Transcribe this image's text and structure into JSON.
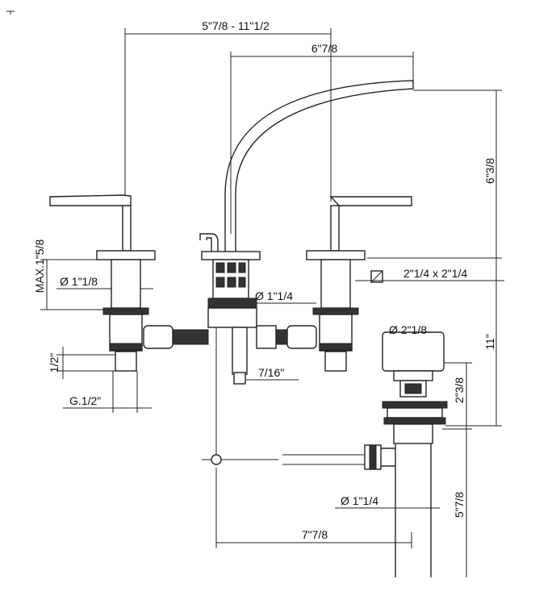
{
  "dimensions": {
    "spread": "5\"7/8 - 11\"1/2",
    "spout_reach": "6\"7/8",
    "spout_height": "6\"3/8",
    "max_deck": "MAX.1\"5/8",
    "handle_hole": "Ø 1\"1/8",
    "spout_hole": "Ø 1\"1/4",
    "base_size": "2\"1/4 x 2\"1/4",
    "shank": "1/2\"",
    "thread": "G.1/2\"",
    "hex": "7/16\"",
    "drain_cap": "Ø 2\"1/8",
    "total_height": "11\"",
    "drain_height": "2\"3/8",
    "drain_pipe": "Ø 1\"1/4",
    "rod_distance": "7\"7/8",
    "tail_length": "5\"7/8"
  },
  "colors": {
    "line": "#222222",
    "background": "#ffffff"
  }
}
